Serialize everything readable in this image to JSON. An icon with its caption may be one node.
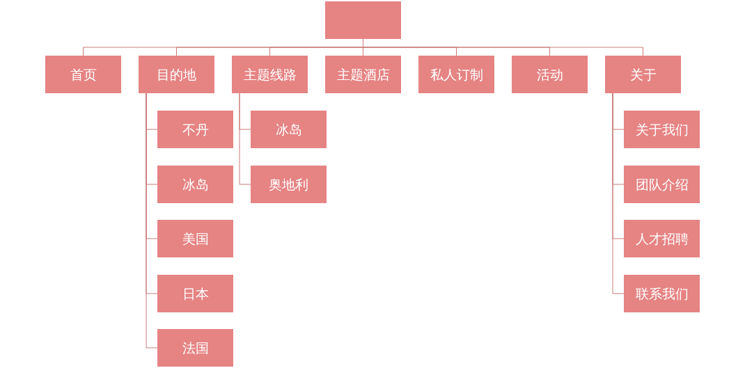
{
  "diagram": {
    "nodes": [
      {
        "text": [],
        "shape": "box"
      },
      {
        "text": [
          "首页"
        ]
      },
      {
        "text": [
          "目的地"
        ]
      },
      {
        "text": [
          "主题线路"
        ]
      },
      {
        "text": [
          "主题酒店"
        ]
      },
      {
        "text": [
          "私人订制"
        ]
      },
      {
        "text": [
          "活动"
        ]
      },
      {
        "text": [
          "关于"
        ]
      },
      {
        "text": [
          "不丹"
        ]
      },
      {
        "text": [
          "冰岛"
        ]
      },
      {
        "text": [
          "美国"
        ]
      },
      {
        "text": [
          "日本"
        ]
      },
      {
        "text": [
          "法国"
        ]
      },
      {
        "text": [
          "冰岛"
        ]
      },
      {
        "text": [
          "奥地利"
        ]
      },
      {
        "text": [
          "关于我们"
        ]
      },
      {
        "text": [
          "团队介绍"
        ]
      },
      {
        "text": [
          "人才招聘"
        ]
      },
      {
        "text": [
          "联系我们"
        ]
      }
    ],
    "edges": [
      {
        "from": 0,
        "to": 1,
        "arrow": "none"
      },
      {
        "from": 0,
        "to": 2,
        "arrow": "none"
      },
      {
        "from": 0,
        "to": 3,
        "arrow": "none"
      },
      {
        "from": 0,
        "to": 4,
        "arrow": "none"
      },
      {
        "from": 0,
        "to": 5,
        "arrow": "none"
      },
      {
        "from": 0,
        "to": 6,
        "arrow": "none"
      },
      {
        "from": 0,
        "to": 7,
        "arrow": "none"
      },
      {
        "from": 2,
        "to": 8,
        "arrow": "none"
      },
      {
        "from": 2,
        "to": 9,
        "arrow": "none"
      },
      {
        "from": 2,
        "to": 10,
        "arrow": "none"
      },
      {
        "from": 2,
        "to": 11,
        "arrow": "none"
      },
      {
        "from": 2,
        "to": 12,
        "arrow": "none"
      },
      {
        "from": 3,
        "to": 13,
        "arrow": "none"
      },
      {
        "from": 3,
        "to": 14,
        "arrow": "none"
      },
      {
        "from": 7,
        "to": 15,
        "arrow": "none"
      },
      {
        "from": 7,
        "to": 16,
        "arrow": "none"
      },
      {
        "from": 7,
        "to": 17,
        "arrow": "none"
      },
      {
        "from": 7,
        "to": 18,
        "arrow": "none"
      }
    ]
  }
}
